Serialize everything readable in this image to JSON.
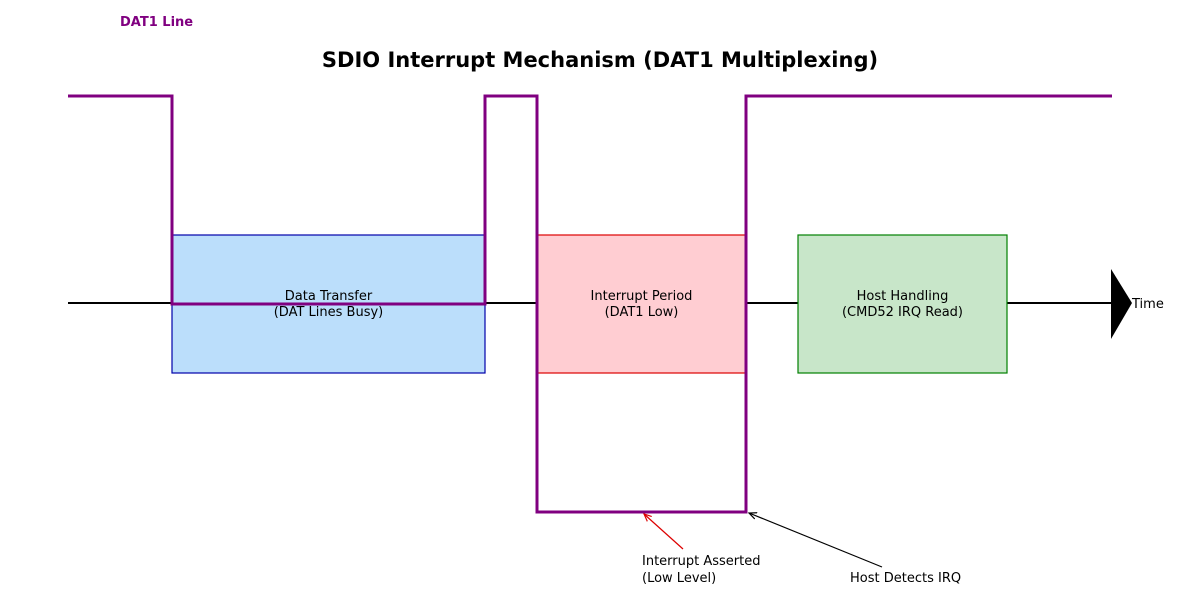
{
  "diagram": {
    "title": "SDIO Interrupt Mechanism (DAT1 Multiplexing)",
    "signal_label": "DAT1 Line",
    "time_label": "Time",
    "phases": [
      {
        "line1": "Data Transfer",
        "line2": "(DAT Lines Busy)"
      },
      {
        "line1": "Interrupt Period",
        "line2": "(DAT1 Low)"
      },
      {
        "line1": "Host Handling",
        "line2": "(CMD52 IRQ Read)"
      }
    ],
    "annotations": [
      {
        "line1": "Interrupt Asserted",
        "line2": "(Low Level)"
      },
      {
        "line1": "Host Detects IRQ"
      }
    ]
  },
  "colors": {
    "signal": "#800080",
    "axis": "#000000",
    "data_transfer_fill": "#bbdefb",
    "data_transfer_stroke": "#0000aa",
    "interrupt_fill": "#ffcdd2",
    "interrupt_stroke": "#dd0000",
    "host_fill": "#c8e6c9",
    "host_stroke": "#008000",
    "interrupt_arrow": "#dd0000",
    "host_arrow": "#000000"
  }
}
